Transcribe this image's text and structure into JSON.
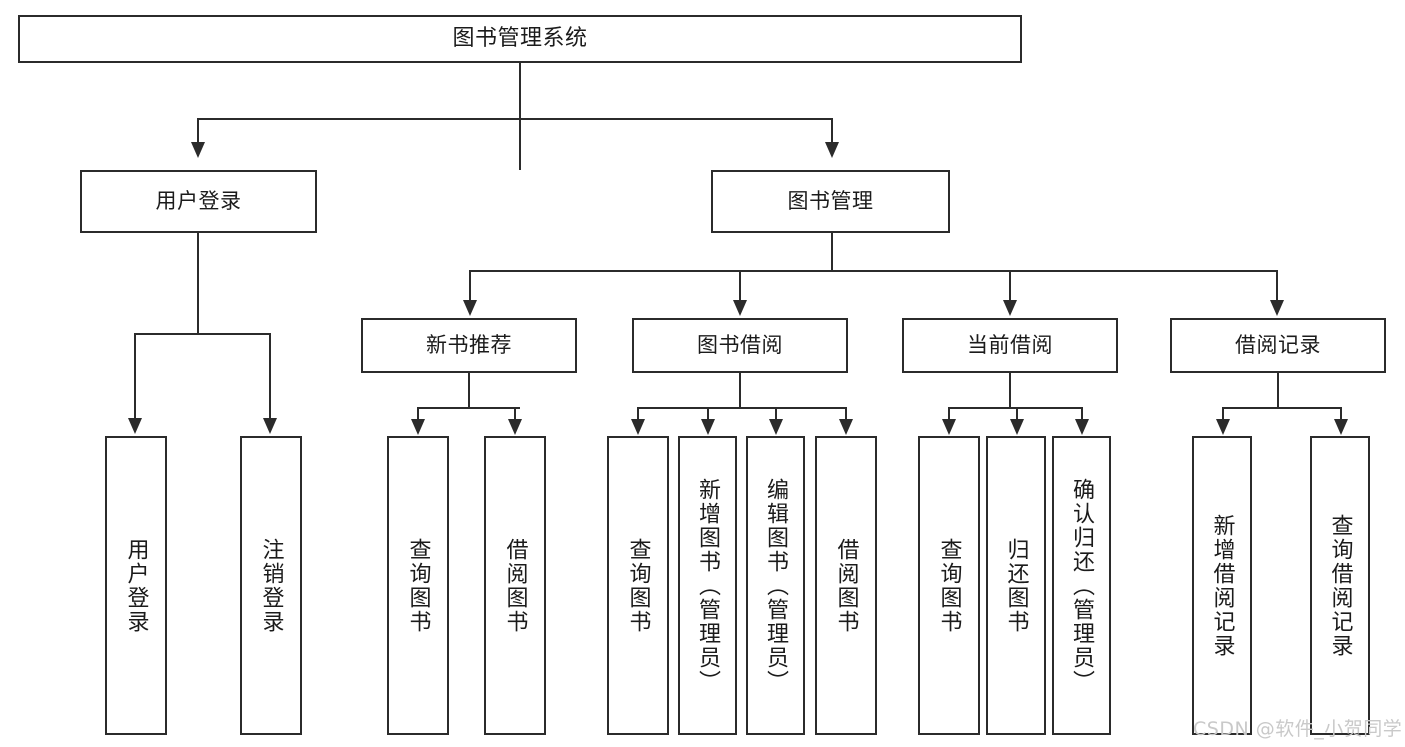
{
  "diagram": {
    "title": "图书管理系统",
    "type": "tree-hierarchy-chart",
    "accent_color": "#2b2b2b",
    "background_color": "#ffffff",
    "watermark": "CSDN @软件_小贺同学"
  },
  "nodes": {
    "root": {
      "label": "图书管理系统"
    },
    "level1": [
      {
        "id": "user-login",
        "label": "用户登录"
      },
      {
        "id": "book-manage",
        "label": "图书管理"
      }
    ],
    "level2": [
      {
        "id": "new-book-recommend",
        "label": "新书推荐"
      },
      {
        "id": "book-borrow",
        "label": "图书借阅"
      },
      {
        "id": "current-borrow",
        "label": "当前借阅"
      },
      {
        "id": "borrow-record",
        "label": "借阅记录"
      }
    ],
    "leaves": {
      "user_login": [
        {
          "id": "leaf-user-login",
          "label": "用户登录"
        },
        {
          "id": "leaf-logout-login",
          "label": "注销登录"
        }
      ],
      "new_book_recommend": [
        {
          "id": "leaf-query-book-1",
          "label": "查询图书"
        },
        {
          "id": "leaf-borrow-book-1",
          "label": "借阅图书"
        }
      ],
      "book_borrow": [
        {
          "id": "leaf-query-book-2",
          "label": "查询图书"
        },
        {
          "id": "leaf-add-book",
          "label": "新增图书（管理员）"
        },
        {
          "id": "leaf-edit-book",
          "label": "编辑图书（管理员）"
        },
        {
          "id": "leaf-borrow-book-2",
          "label": "借阅图书"
        }
      ],
      "current_borrow": [
        {
          "id": "leaf-query-book-3",
          "label": "查询图书"
        },
        {
          "id": "leaf-return-book",
          "label": "归还图书"
        },
        {
          "id": "leaf-confirm-return",
          "label": "确认归还（管理员）"
        }
      ],
      "borrow_record": [
        {
          "id": "leaf-add-record",
          "label": "新增借阅记录"
        },
        {
          "id": "leaf-query-record",
          "label": "查询借阅记录"
        }
      ]
    }
  }
}
